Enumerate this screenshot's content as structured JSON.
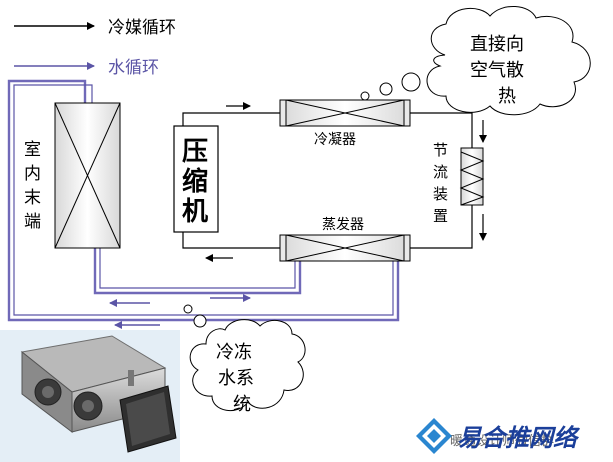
{
  "legend": {
    "refrigerant": "冷媒循环",
    "water": "水循环"
  },
  "components": {
    "indoor_terminal": [
      "室",
      "内",
      "末",
      "端"
    ],
    "compressor": [
      "压",
      "缩",
      "机"
    ],
    "condenser": "冷凝器",
    "evaporator": "蒸发器",
    "throttle": [
      "节",
      "流",
      "装",
      "置"
    ]
  },
  "clouds": {
    "heat_rejection": [
      "直接向",
      "空气散",
      "热"
    ],
    "chilled_water": [
      "冷冻",
      "水系",
      "统"
    ]
  },
  "watermark": {
    "brand": "易合推网络",
    "caption": "暖通设计师微信群"
  },
  "colors": {
    "refrigerant_line": "#000000",
    "water_line": "#7069b8",
    "logo_blue": "#1e7bc4",
    "brand_text": "#1b3f9a"
  }
}
